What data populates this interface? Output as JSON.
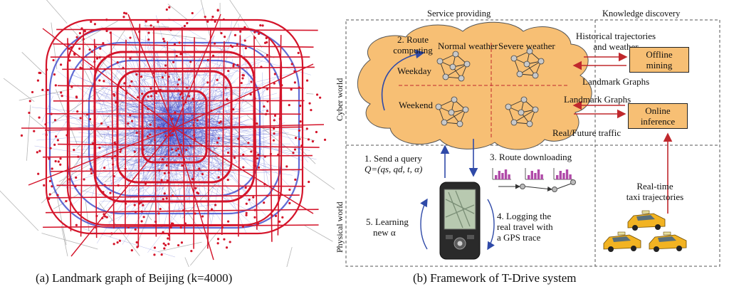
{
  "captions": {
    "left": "(a) Landmark graph of Beijing (k=4000)",
    "right": "(b) Framework  of T-Drive system"
  },
  "headers": {
    "service": "Service providing",
    "knowledge": "Knowledge discovery"
  },
  "worlds": {
    "cyber": "Cyber world",
    "physical": "Physical world"
  },
  "cloud": {
    "route_computing_1": "2. Route",
    "route_computing_2": "computing",
    "normal": "Normal weather",
    "severe": "Severe weather",
    "weekday": "Weekday",
    "weekend": "Weekend"
  },
  "right_panel": {
    "hist_1": "Historical trajectories",
    "hist_2": "and weather",
    "offline_1": "Offline",
    "offline_2": "mining",
    "landmark_graphs_1": "Landmark Graphs",
    "landmark_graphs_2": "Landmark Graphs",
    "online_1": "Online",
    "online_2": "inference",
    "real_future": "Real/Future traffic",
    "realtime_1": "Real-time",
    "realtime_2": "taxi trajectories"
  },
  "steps": {
    "s1_1": "1. Send a query",
    "s1_2": "Q=(qs, qd, t, α)",
    "s3": "3. Route downloading",
    "s4_1": "4. Logging the",
    "s4_2": "real travel with",
    "s4_3": "a GPS trace",
    "s5_1": "5. Learning",
    "s5_2": "new α"
  },
  "colors": {
    "cloud": "#f7bf74",
    "red": "#c0282d",
    "blue": "#2f4aa8",
    "road_red": "#d4142a",
    "road_blue": "#3a46c9"
  }
}
